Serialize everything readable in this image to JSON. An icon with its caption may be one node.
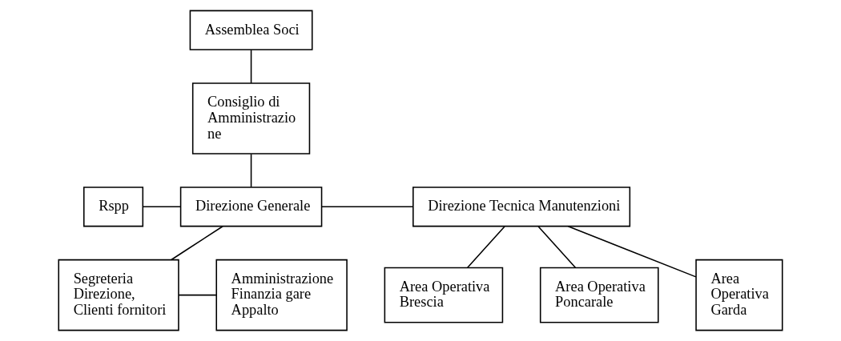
{
  "diagram": {
    "nodes": [
      {
        "text": [
          "Assemblea Soci"
        ]
      },
      {
        "text": [
          "Consiglio di Amministrazio ne"
        ]
      },
      {
        "text": [
          "Rspp"
        ]
      },
      {
        "text": [
          "Direzione Generale"
        ]
      },
      {
        "text": [
          "Direzione Tecnica Manutenzioni"
        ]
      },
      {
        "text": [
          "Amministrazione Finanzia gare Appalto"
        ]
      },
      {
        "text": [
          "Segreteria Direzione, Clienti fornitori"
        ]
      },
      {
        "text": [
          "Area Operativa Brescia"
        ]
      },
      {
        "text": [
          "Area Operativa Poncarale"
        ]
      },
      {
        "text": [
          "Area Operativa Garda"
        ]
      }
    ],
    "edges": [
      {
        "from": 0,
        "to": 1,
        "arrow": "none"
      },
      {
        "from": 1,
        "to": 3,
        "arrow": "none"
      },
      {
        "from": 2,
        "to": 3,
        "arrow": "none"
      },
      {
        "from": 3,
        "to": 4,
        "arrow": "none"
      },
      {
        "from": 3,
        "to": 6,
        "arrow": "none"
      },
      {
        "from": 6,
        "to": 5,
        "arrow": "none"
      },
      {
        "from": 4,
        "to": 7,
        "arrow": "none"
      },
      {
        "from": 4,
        "to": 8,
        "arrow": "none"
      },
      {
        "from": 4,
        "to": 9,
        "arrow": "none"
      }
    ]
  }
}
